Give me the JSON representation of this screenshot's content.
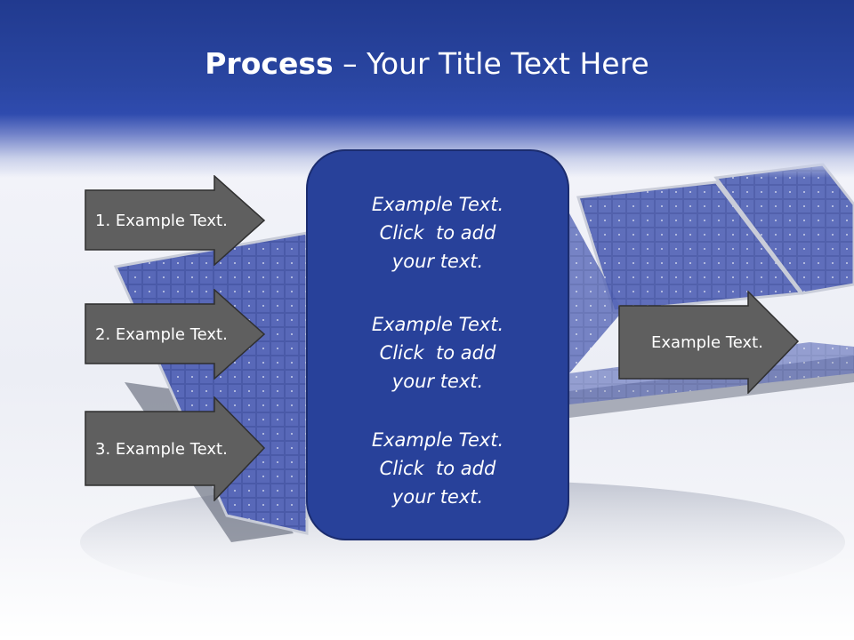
{
  "title": {
    "bold": "Process",
    "rest": " – Your Title Text Here"
  },
  "left_arrows": [
    {
      "label": "1. Example Text."
    },
    {
      "label": "2. Example Text."
    },
    {
      "label": "3. Example Text."
    }
  ],
  "center_box": {
    "blocks": [
      {
        "line1": "Example Text.",
        "line2": "Click  to add",
        "line3": "your text."
      },
      {
        "line1": "Example Text.",
        "line2": "Click  to add",
        "line3": "your text."
      },
      {
        "line1": "Example Text.",
        "line2": "Click  to add",
        "line3": "your text."
      }
    ]
  },
  "right_arrow": {
    "label": "Example Text."
  },
  "colors": {
    "header": "#2a46a2",
    "box": "#28419a",
    "arrow": "#5f5f5f"
  }
}
